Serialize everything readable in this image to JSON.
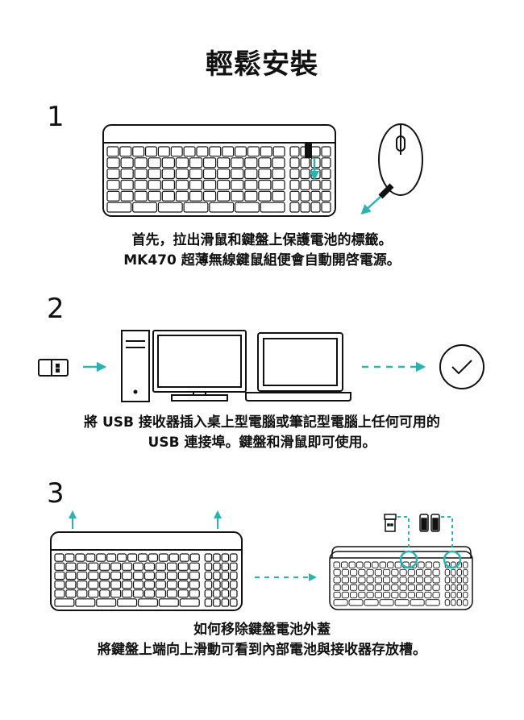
{
  "title": "輕鬆安裝",
  "accent_color": "#2ab3b0",
  "steps": [
    {
      "number": "1",
      "lines": [
        "首先，拉出滑鼠和鍵盤上保護電池的標籤。",
        "MK470 超薄無線鍵鼠組便會自動開啓電源。"
      ]
    },
    {
      "number": "2",
      "lines": [
        "將 USB 接收器插入桌上型電腦或筆記型電腦上任何可用的",
        "USB 連接埠。鍵盤和滑鼠即可使用。"
      ]
    },
    {
      "number": "3",
      "lines": [
        "如何移除鍵盤電池外蓋",
        "將鍵盤上端向上滑動可看到內部電池與接收器存放槽。"
      ]
    }
  ]
}
